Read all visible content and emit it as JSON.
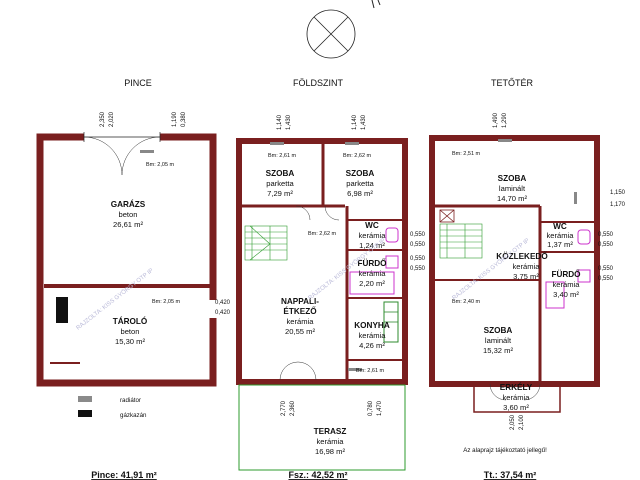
{
  "levels": {
    "basement": {
      "title": "PINCE",
      "dims_top": [
        "2,350",
        "2,020",
        "1,190",
        "0,380"
      ],
      "rooms": [
        {
          "name": "GARÁZS",
          "material": "beton",
          "area": "26,61 m²"
        },
        {
          "name": "TÁROLÓ",
          "material": "beton",
          "area": "15,30 m²"
        }
      ],
      "bm": [
        "Bm: 2,05 m",
        "Bm: 2,05 m"
      ],
      "total": "Pince: 41,91 m²"
    },
    "ground": {
      "title": "FÖLDSZINT",
      "dims_top": [
        "1,140",
        "1,430",
        "1,140",
        "1,430"
      ],
      "rooms": [
        {
          "name": "SZOBA",
          "material": "parketta",
          "area": "7,29 m²"
        },
        {
          "name": "SZOBA",
          "material": "parketta",
          "area": "6,98 m²"
        },
        {
          "name": "WC",
          "material": "kerámia",
          "area": "1,24 m²"
        },
        {
          "name": "FÜRDŐ",
          "material": "kerámia",
          "area": "2,20 m²"
        },
        {
          "name": "NAPPALI-",
          "name2": "ÉTKEZŐ",
          "material": "kerámia",
          "area": "20,55 m²"
        },
        {
          "name": "KONYHA",
          "material": "kerámia",
          "area": "4,26 m²"
        },
        {
          "name": "TERASZ",
          "material": "kerámia",
          "area": "16,98 m²"
        }
      ],
      "bm": [
        "Bm: 2,61 m",
        "Bm: 2,62 m",
        "Bm: 2,62 m",
        "Bm: 2,61 m"
      ],
      "dims_right": [
        "0,550",
        "0,550",
        "0,550",
        "0,550"
      ],
      "dims_bottom": [
        "2,770",
        "2,360",
        "0,780",
        "1,470"
      ],
      "dims_left": [
        "0,420",
        "0,420"
      ],
      "total": "Fsz.: 42,52 m²"
    },
    "attic": {
      "title": "TETŐTÉR",
      "dims_top": [
        "1,490",
        "1,290"
      ],
      "rooms": [
        {
          "name": "SZOBA",
          "material": "laminált",
          "area": "14,70 m²"
        },
        {
          "name": "WC",
          "material": "kerámia",
          "area": "1,37 m²"
        },
        {
          "name": "KÖZLEKEDŐ",
          "material": "kerámia",
          "area": "3,75 m²"
        },
        {
          "name": "FÜRDŐ",
          "material": "kerámia",
          "area": "3,40 m²"
        },
        {
          "name": "SZOBA",
          "material": "laminált",
          "area": "15,32 m²"
        },
        {
          "name": "ERKÉLY",
          "material": "kerámia",
          "area": "3,60 m²"
        }
      ],
      "bm": [
        "Bm: 2,51 m",
        "Bm: 2,40 m"
      ],
      "dims_right": [
        "1,150",
        "1,170",
        "0,550",
        "0,550",
        "0,550",
        "0,550"
      ],
      "dims_bottom": [
        "2,050",
        "2,100"
      ],
      "note": "Az alaprajz tájékoztató jellegű!",
      "total": "Tt.: 37,54 m²"
    }
  },
  "legend": [
    {
      "label": "radiátor",
      "color": "#8a8a8a"
    },
    {
      "label": "gázkazán",
      "color": "#111111"
    }
  ],
  "watermark": "RAJZOLTA: KISS GYÖRGY OTP IP",
  "colors": {
    "wall": "#7a1f1f",
    "terrace": "#2e9b2e",
    "fixture": "#cc33cc",
    "kitchen": "#2e8b2e"
  }
}
